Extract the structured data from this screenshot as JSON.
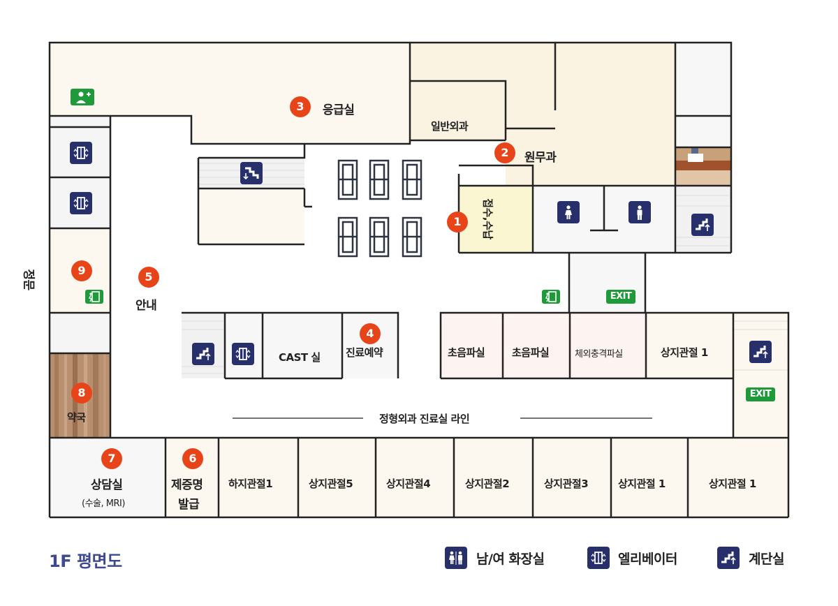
{
  "map": {
    "title": "1F 평면도",
    "entrance": "정문",
    "rooms": {
      "emergency": "응급실",
      "general_surgery": "일반외과",
      "admin": "원무과",
      "reception": "접수,수납",
      "guide": "안내",
      "booking": "진료예약",
      "cast": "CAST 실",
      "ultrasound_1": "초음파실",
      "ultrasound_2": "초음파실",
      "shockwave": "체외충격파실",
      "upper_joint_1a": "상지관절 1",
      "pharmacy": "약국",
      "consult": "상담실",
      "consult_sub": "(수술, MRI)",
      "certificate_1": "제증명",
      "certificate_2": "발급",
      "lower_joint_1": "하지관절1",
      "upper_joint_5": "상지관절5",
      "upper_joint_4": "상지관절4",
      "upper_joint_2": "상지관절2",
      "upper_joint_3": "상지관절3",
      "upper_joint_1b": "상지관절 1",
      "upper_joint_1c": "상지관절 1",
      "corridor": "정형외과 진료실 라인"
    },
    "markers": [
      "1",
      "2",
      "3",
      "4",
      "5",
      "6",
      "7",
      "8",
      "9"
    ],
    "exit_label": "EXIT",
    "legend": {
      "restroom": "남/여 화장실",
      "elevator": "엘리베이터",
      "stairs": "계단실"
    },
    "colors": {
      "marker": "#e8441a",
      "icon_bg": "#27306b",
      "exit_bg": "#1f9a3a",
      "room_fill": "#fdf8f1",
      "reception_fill": "#fbf6d2",
      "ultrasound_fill": "#fdf3f0",
      "title": "#3e4a8f"
    }
  }
}
